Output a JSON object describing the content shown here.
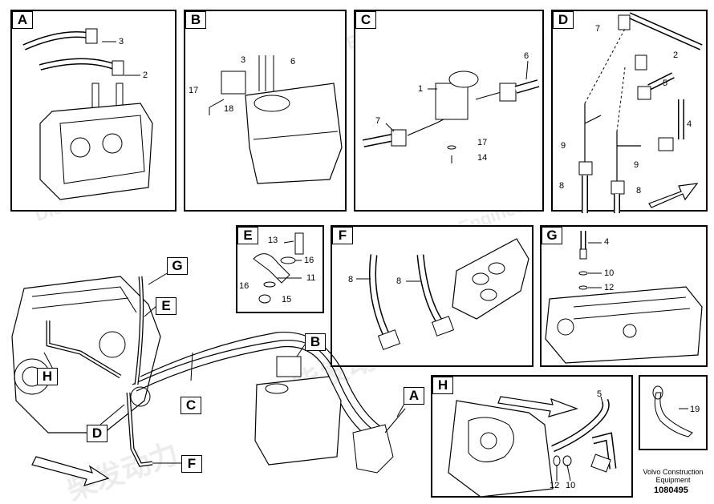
{
  "panels": {
    "A": {
      "label": "A",
      "parts": [
        "3",
        "2"
      ]
    },
    "B": {
      "label": "B",
      "parts": [
        "3",
        "6",
        "17",
        "18"
      ]
    },
    "C": {
      "label": "C",
      "parts": [
        "6",
        "1",
        "7",
        "17",
        "14"
      ]
    },
    "D": {
      "label": "D",
      "parts": [
        "7",
        "2",
        "5",
        "9",
        "9",
        "4",
        "8",
        "8"
      ]
    },
    "E": {
      "label": "E",
      "parts": [
        "13",
        "16",
        "11",
        "16",
        "15"
      ]
    },
    "F": {
      "label": "F",
      "parts": [
        "8",
        "8"
      ]
    },
    "G": {
      "label": "G",
      "parts": [
        "4",
        "10",
        "12"
      ]
    },
    "H": {
      "label": "H",
      "parts": [
        "5",
        "12",
        "10"
      ]
    },
    "clip": {
      "parts": [
        "19"
      ]
    }
  },
  "main_callouts": {
    "G": "G",
    "E": "E",
    "H": "H",
    "D": "D",
    "C": "C",
    "B": "B",
    "A": "A",
    "F": "F"
  },
  "footer": {
    "line1": "Volvo Construction",
    "line2": "Equipment",
    "doc_number": "1080495"
  },
  "watermark": {
    "cn": "柴发动力",
    "en": "Diesel-Engines"
  }
}
